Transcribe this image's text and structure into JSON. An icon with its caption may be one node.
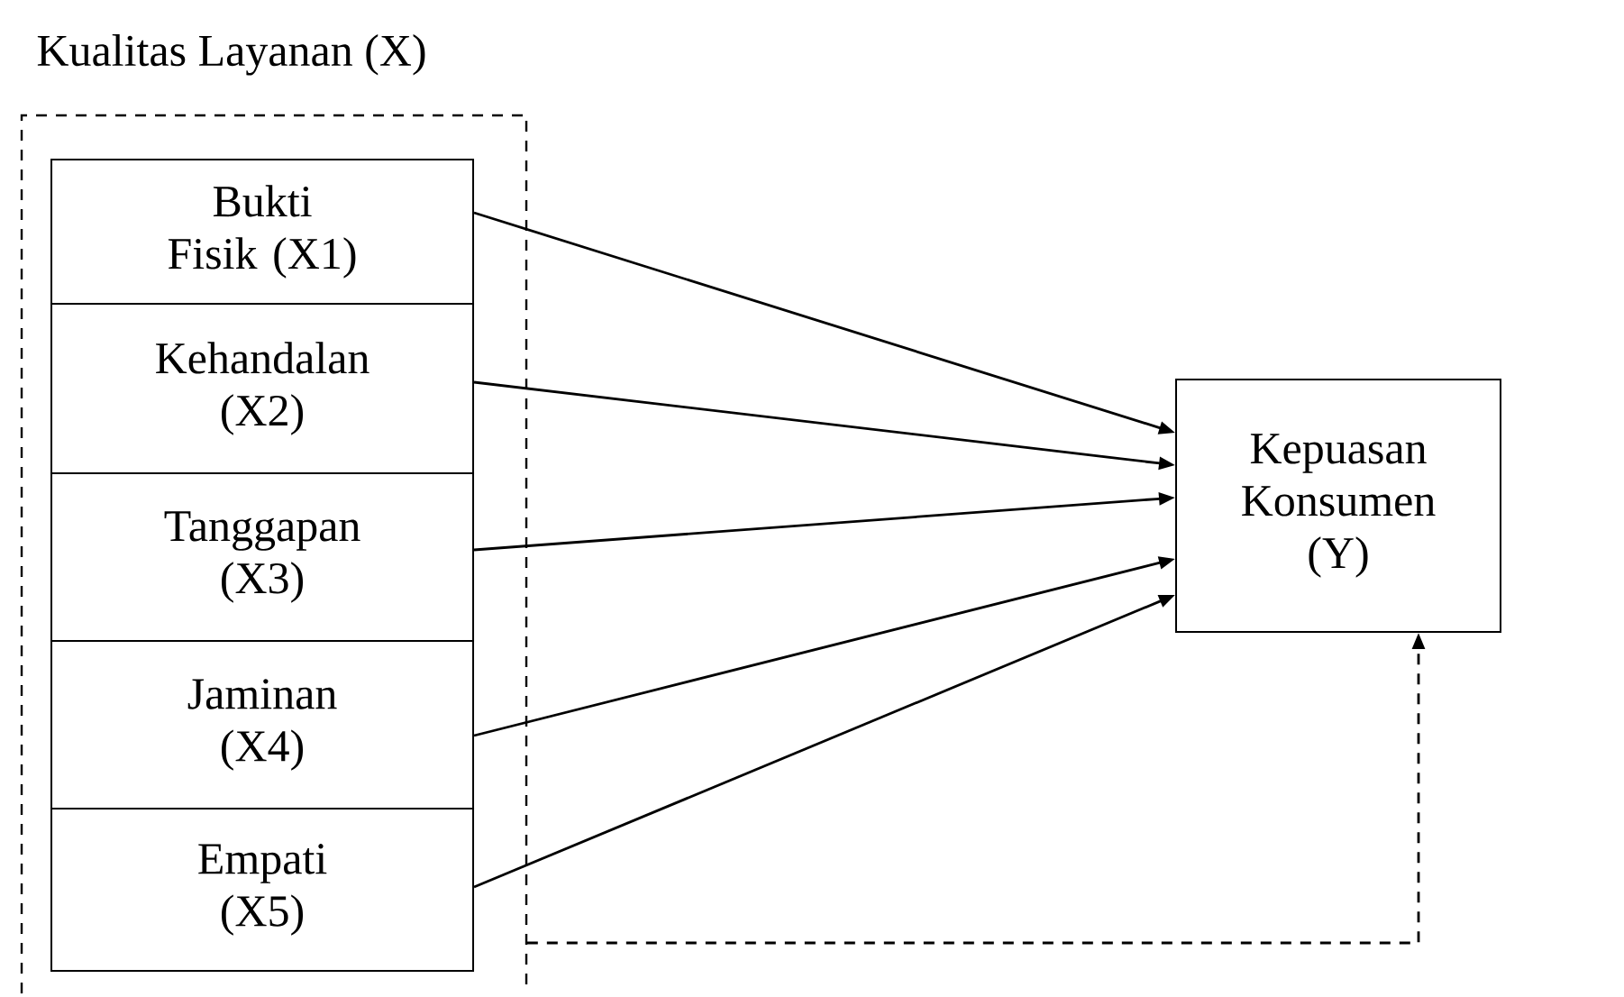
{
  "diagram": {
    "nodes": [
      {
        "text": [
          "Kualitas Layanan (X)"
        ]
      },
      {
        "text": [
          "Bukti Fisik (X1)"
        ],
        "in": 0
      },
      {
        "text": [
          "Kehandalan (X2)"
        ],
        "in": 0
      },
      {
        "text": [
          "Tanggapan (X3)"
        ],
        "in": 0
      },
      {
        "text": [
          "Jaminan (X4)"
        ],
        "in": 0
      },
      {
        "text": [
          "Empati (X5)"
        ],
        "in": 0
      },
      {
        "text": [
          "Kepuasan Konsumen (Y)"
        ]
      }
    ],
    "edges": [
      {
        "from": 1,
        "to": 6,
        "arrow": "to"
      },
      {
        "from": 2,
        "to": 6,
        "arrow": "to"
      },
      {
        "from": 3,
        "to": 6,
        "arrow": "to"
      },
      {
        "from": 4,
        "to": 6,
        "arrow": "to"
      },
      {
        "from": 5,
        "to": 6,
        "arrow": "to"
      },
      {
        "from": 0,
        "to": 6,
        "arrow": "to",
        "style": "dashed"
      }
    ]
  }
}
